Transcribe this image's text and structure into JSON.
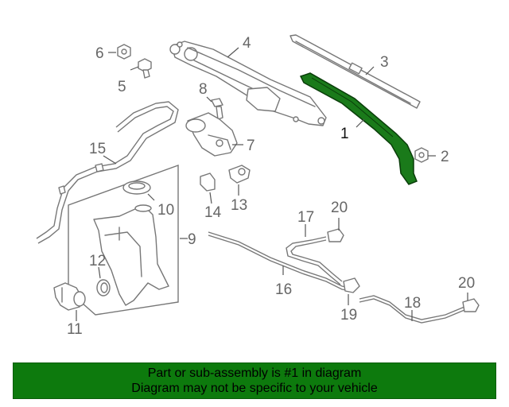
{
  "diagram": {
    "callouts": [
      {
        "id": "1",
        "label": "1",
        "highlighted": true
      },
      {
        "id": "2",
        "label": "2"
      },
      {
        "id": "3",
        "label": "3"
      },
      {
        "id": "4",
        "label": "4"
      },
      {
        "id": "5",
        "label": "5"
      },
      {
        "id": "6",
        "label": "6"
      },
      {
        "id": "7",
        "label": "7"
      },
      {
        "id": "8",
        "label": "8"
      },
      {
        "id": "9",
        "label": "9"
      },
      {
        "id": "10",
        "label": "10"
      },
      {
        "id": "11",
        "label": "11"
      },
      {
        "id": "12",
        "label": "12"
      },
      {
        "id": "13",
        "label": "13"
      },
      {
        "id": "14",
        "label": "14"
      },
      {
        "id": "15",
        "label": "15"
      },
      {
        "id": "16",
        "label": "16"
      },
      {
        "id": "17",
        "label": "17"
      },
      {
        "id": "18",
        "label": "18"
      },
      {
        "id": "19",
        "label": "19"
      },
      {
        "id": "20a",
        "label": "20"
      },
      {
        "id": "20b",
        "label": "20"
      }
    ],
    "highlight_color": "#1a7a1a"
  },
  "footer": {
    "line1": "Part or sub-assembly is #1 in diagram",
    "line2": "Diagram may not be specific to your vehicle",
    "background": "#0d7a0d"
  }
}
